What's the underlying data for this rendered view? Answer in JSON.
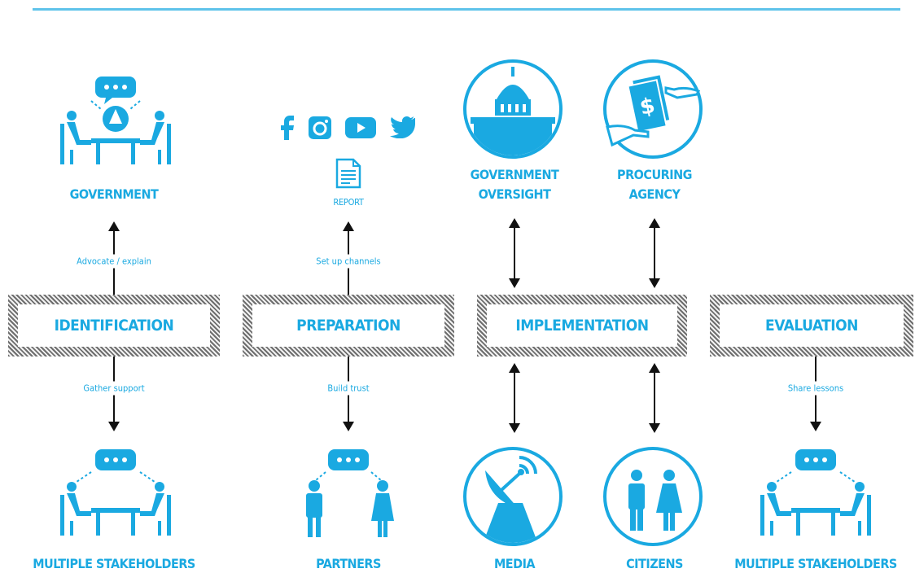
{
  "stages": [
    "IDENTIFICATION",
    "PREPARATION",
    "IMPLEMENTATION",
    "EVALUATION"
  ],
  "top_labels": {
    "government": "GOVERNMENT",
    "report": "Report",
    "gov_oversight_line1": "GOVERNMENT",
    "gov_oversight_line2": "OVERSIGHT",
    "procuring_line1": "PROCURING",
    "procuring_line2": "AGENCY"
  },
  "bottom_labels": {
    "multiple_stakeholders_left": "MULTIPLE STAKEHOLDERS",
    "partners": "PARTNERS",
    "media": "MEDIA",
    "citizens": "CITIZENS",
    "multiple_stakeholders_right": "MULTIPLE STAKEHOLDERS"
  },
  "connectors": {
    "advocate": "Advocate / explain",
    "set_up": "Set up channels",
    "gather": "Gather support",
    "build_trust": "Build trust",
    "share": "Share lessons"
  },
  "colors": {
    "accent": "#1aa9e1",
    "arrow": "#111111",
    "hatch": "#6e6e6e"
  },
  "icons": [
    "meeting-icon",
    "facebook-icon",
    "instagram-icon",
    "youtube-icon",
    "twitter-icon",
    "report-document-icon",
    "government-building-icon",
    "money-handover-icon",
    "satellite-dish-icon",
    "man-woman-icon",
    "chat-bubble-icon",
    "partners-icon"
  ]
}
